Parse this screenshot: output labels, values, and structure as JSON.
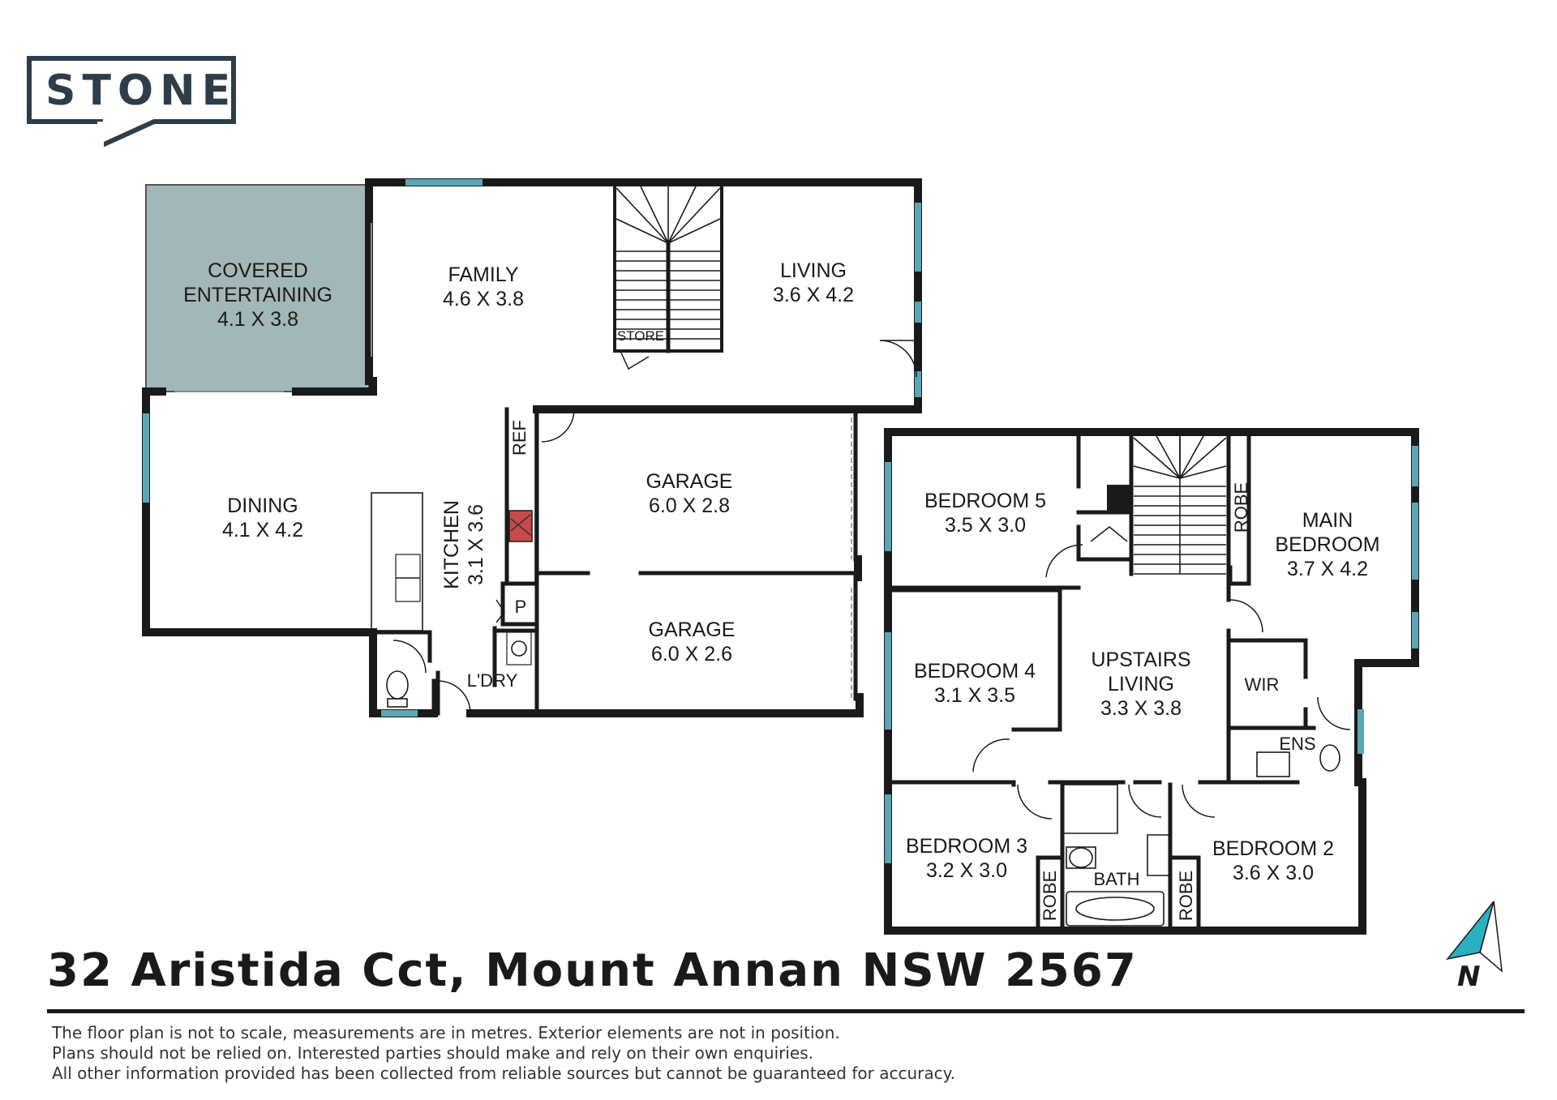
{
  "brand": {
    "logo_text": "STONE",
    "logo_color": "#2d3e4a"
  },
  "address": "32 Aristida Cct, Mount Annan NSW 2567",
  "disclaimer": [
    "The floor plan is not to scale, measurements are in metres. Exterior elements are not in position.",
    "Plans should not be relied on. Interested parties should make and rely on their own enquiries.",
    "All other information provided has been collected from reliable sources but cannot be guaranteed for accuracy."
  ],
  "compass": {
    "label": "N",
    "color": "#2bb0c0"
  },
  "colors": {
    "wall": "#1a1a1a",
    "window": "#5aa6b3",
    "outdoor_fill": "#a3b6b8"
  },
  "ground_floor": {
    "covered_entertaining": {
      "line1": "COVERED",
      "line2": "ENTERTAINING",
      "size": "4.1 X 3.8"
    },
    "family": {
      "name": "FAMILY",
      "size": "4.6 X 3.8"
    },
    "living": {
      "name": "LIVING",
      "size": "3.6 X 4.2"
    },
    "store": "STORE",
    "dining": {
      "name": "DINING",
      "size": "4.1 X 4.2"
    },
    "kitchen": {
      "name": "KITCHEN",
      "size": "3.1 X 3.6"
    },
    "ref": "REF",
    "pantry": "P",
    "laundry": "L'DRY",
    "garage1": {
      "name": "GARAGE",
      "size": "6.0 X 2.8"
    },
    "garage2": {
      "name": "GARAGE",
      "size": "6.0 X 2.6"
    }
  },
  "first_floor": {
    "bedroom5": {
      "name": "BEDROOM 5",
      "size": "3.5 X 3.0"
    },
    "main_bedroom": {
      "line1": "MAIN",
      "line2": "BEDROOM",
      "size": "3.7 X 4.2"
    },
    "robe_main": "ROBE",
    "bedroom4": {
      "name": "BEDROOM 4",
      "size": "3.1 X 3.5"
    },
    "upstairs_living": {
      "line1": "UPSTAIRS",
      "line2": "LIVING",
      "size": "3.3 X 3.8"
    },
    "wir": "WIR",
    "ens": "ENS",
    "bedroom3": {
      "name": "BEDROOM 3",
      "size": "3.2 X 3.0"
    },
    "robe_b3": "ROBE",
    "bath": "BATH",
    "robe_b2": "ROBE",
    "bedroom2": {
      "name": "BEDROOM 2",
      "size": "3.6 X 3.0"
    }
  }
}
